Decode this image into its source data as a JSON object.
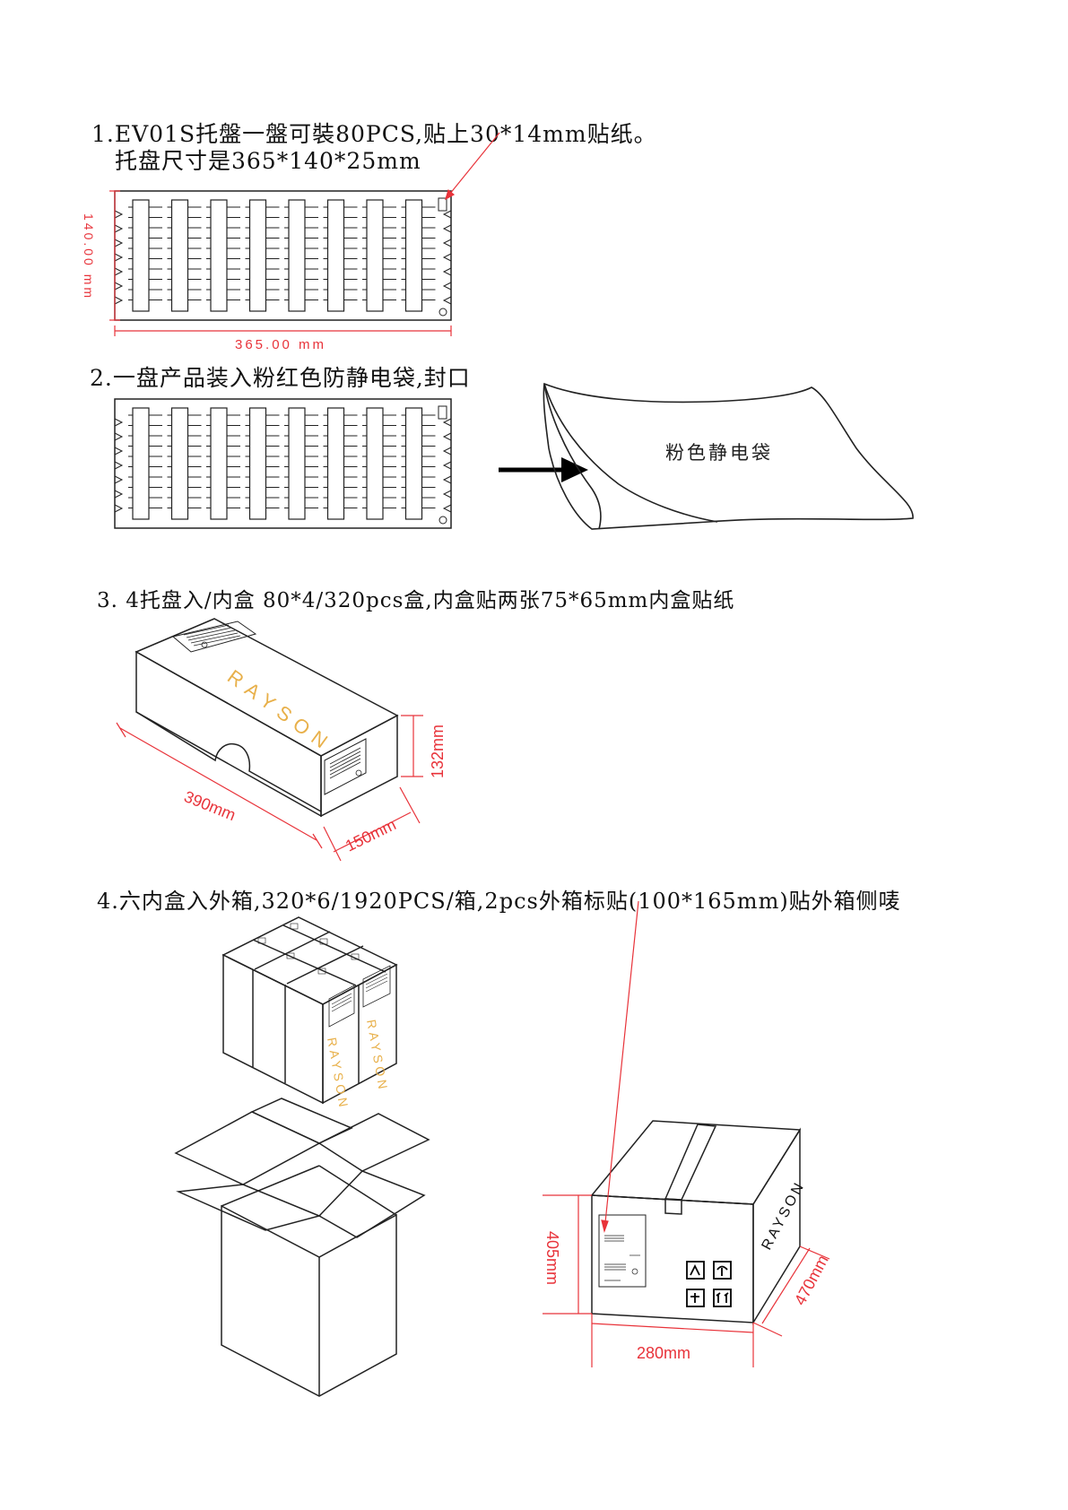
{
  "steps": [
    {
      "id": "1",
      "line1": "1.EV01S托盤一盤可裝80PCS,贴上30*14mm贴纸。",
      "line2": "托盘尺寸是365*140*25mm",
      "dim_height": "140.00 mm",
      "dim_width": "365.00 mm"
    },
    {
      "id": "2",
      "line1": "2.一盘产品装入粉红色防静电袋,封口",
      "bag_label": "粉色静电袋"
    },
    {
      "id": "3",
      "line1": "3. 4托盘入/内盒 80*4/320pcs盒,内盒贴两张75*65mm内盒贴纸",
      "brand": "RAYSON",
      "dim_length": "390mm",
      "dim_width": "150mm",
      "dim_height": "132mm"
    },
    {
      "id": "4",
      "line1": "4.六内盒入外箱,320*6/1920PCS/箱,2pcs外箱标贴(100*165mm)贴外箱侧唛",
      "brand": "RAYSON",
      "dim_height": "405mm",
      "dim_width": "280mm",
      "dim_length": "470mm"
    }
  ],
  "colors": {
    "dimension": "#e8333a",
    "brand": "#e8b04a",
    "line": "#222222"
  },
  "icons": [
    "tray-icon",
    "arrow-right-icon",
    "antistatic-bag-icon",
    "inner-box-icon",
    "carton-icon",
    "handling-symbols-icon"
  ]
}
